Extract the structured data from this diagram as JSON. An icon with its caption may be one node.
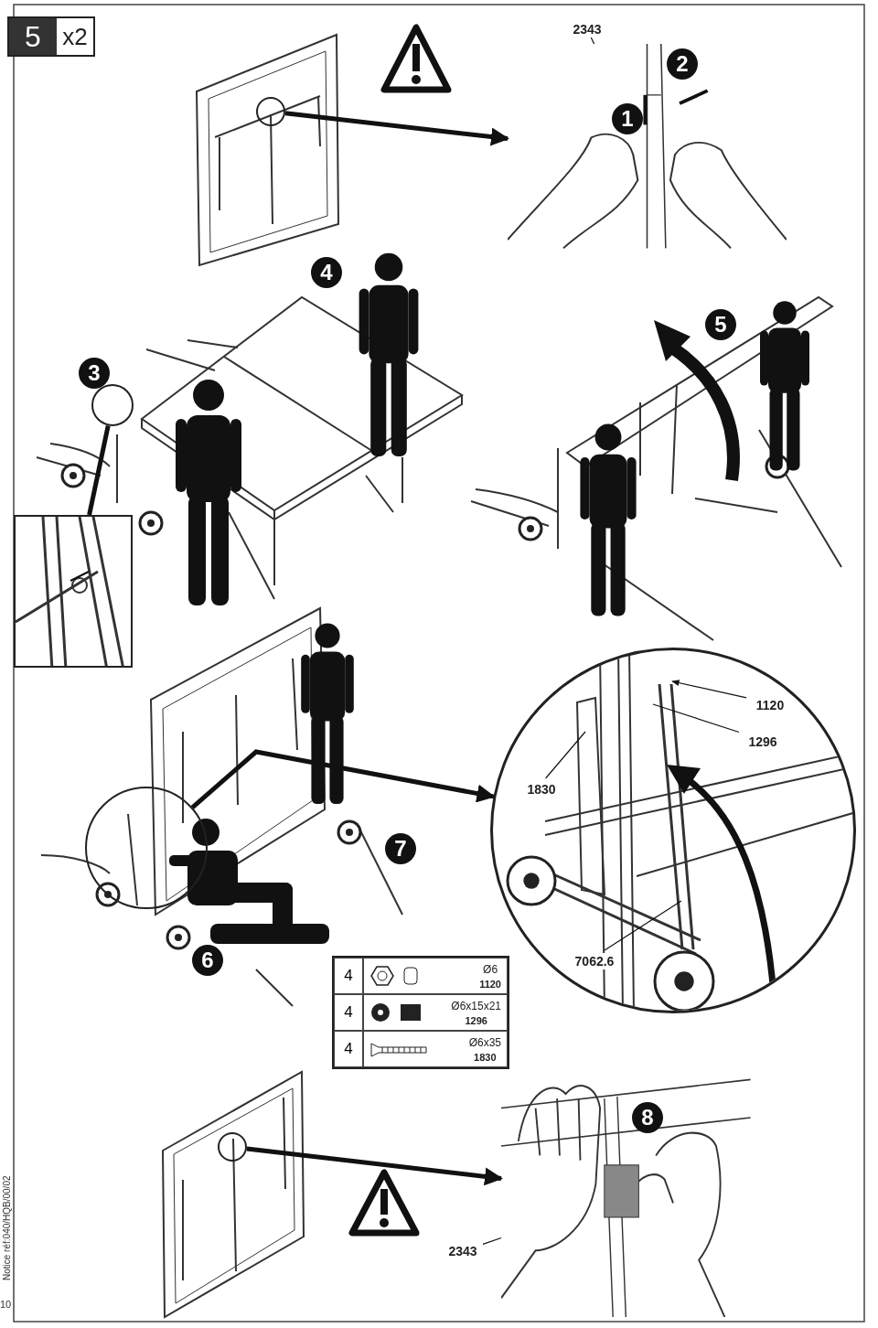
{
  "diagram": {
    "nodes": [
      {
        "text": [],
        "shape": "circle"
      },
      {
        "text": [],
        "shape": "picture"
      },
      {
        "text": [
          "1"
        ],
        "in": 1
      },
      {
        "text": [
          "2"
        ],
        "in": 1
      },
      {
        "text": [
          "2343"
        ]
      },
      {
        "text": [
          "3"
        ]
      },
      {
        "text": [
          "4"
        ]
      },
      {
        "text": [
          "5"
        ]
      },
      {
        "text": [],
        "shape": "circle"
      },
      {
        "text": [],
        "shape": "picture"
      },
      {
        "text": [],
        "shape": "circle"
      },
      {
        "text": [],
        "shape": "circle"
      },
      {
        "text": [
          "7"
        ]
      },
      {
        "text": [
          "6"
        ]
      },
      {
        "text": [
          "1120"
        ],
        "in": 11
      },
      {
        "text": [
          "1296"
        ],
        "in": 11
      },
      {
        "text": [
          "1830"
        ],
        "in": 11
      },
      {
        "text": [
          "7062.6"
        ],
        "in": 11
      },
      {
        "text": [],
        "shape": "circle"
      },
      {
        "text": [],
        "shape": "picture"
      },
      {
        "text": [
          "8"
        ],
        "in": 19
      },
      {
        "text": [
          "2343"
        ]
      }
    ],
    "edges": [
      {
        "from": 0,
        "to": 1,
        "arrow": "to",
        "style": "thick"
      },
      {
        "from": 8,
        "to": 9,
        "arrow": "none",
        "style": "thick"
      },
      {
        "from": 10,
        "to": 11,
        "arrow": "to",
        "style": "thick"
      },
      {
        "from": 18,
        "to": 19,
        "arrow": "to",
        "style": "thick"
      },
      {
        "from": 4,
        "to": 1,
        "arrow": "none"
      },
      {
        "from": 14,
        "to": null,
        "arrow": "to"
      },
      {
        "from": 15,
        "to": null,
        "arrow": "none"
      },
      {
        "from": 16,
        "to": null,
        "arrow": "none"
      },
      {
        "from": 17,
        "to": null,
        "arrow": "none"
      },
      {
        "from": 21,
        "to": 19,
        "arrow": "none"
      }
    ],
    "labels": [
      "5",
      "x2",
      "4",
      "Ø6",
      "1120",
      "4",
      "Ø6x15x21",
      "1296",
      "4",
      "Ø6x35",
      "1830",
      "Notice réf:040/HQB/00/02",
      "10"
    ]
  }
}
